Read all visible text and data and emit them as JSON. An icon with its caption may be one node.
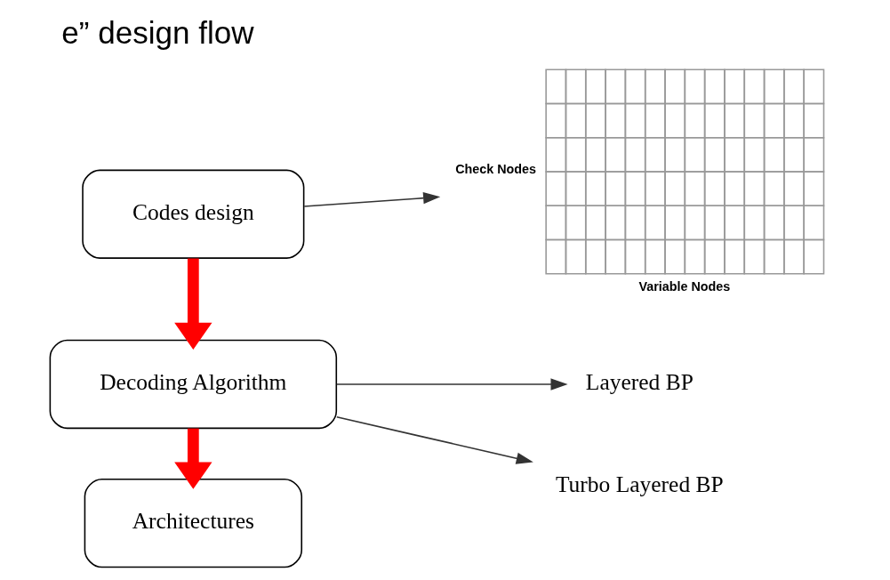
{
  "diagram": {
    "title": "e” design flow",
    "nodes": [
      {
        "text": [
          "Codes design"
        ]
      },
      {
        "text": [
          "Decoding Algorithm"
        ]
      },
      {
        "text": [
          "Architectures"
        ]
      },
      {
        "text": [
          "Check Nodes",
          "Variable Nodes"
        ]
      },
      {
        "text": [
          "Layered BP"
        ]
      },
      {
        "text": [
          "Turbo Layered BP"
        ]
      }
    ],
    "edges": [
      {
        "from": 0,
        "to": 3,
        "arrow": "to"
      },
      {
        "from": 0,
        "to": 1,
        "arrow": "to",
        "style": "thick",
        "color": "#ff0000"
      },
      {
        "from": 1,
        "to": 4,
        "arrow": "to"
      },
      {
        "from": 1,
        "to": 5,
        "arrow": "to"
      },
      {
        "from": 1,
        "to": 2,
        "arrow": "to",
        "style": "thick",
        "color": "#ff0000"
      }
    ]
  }
}
